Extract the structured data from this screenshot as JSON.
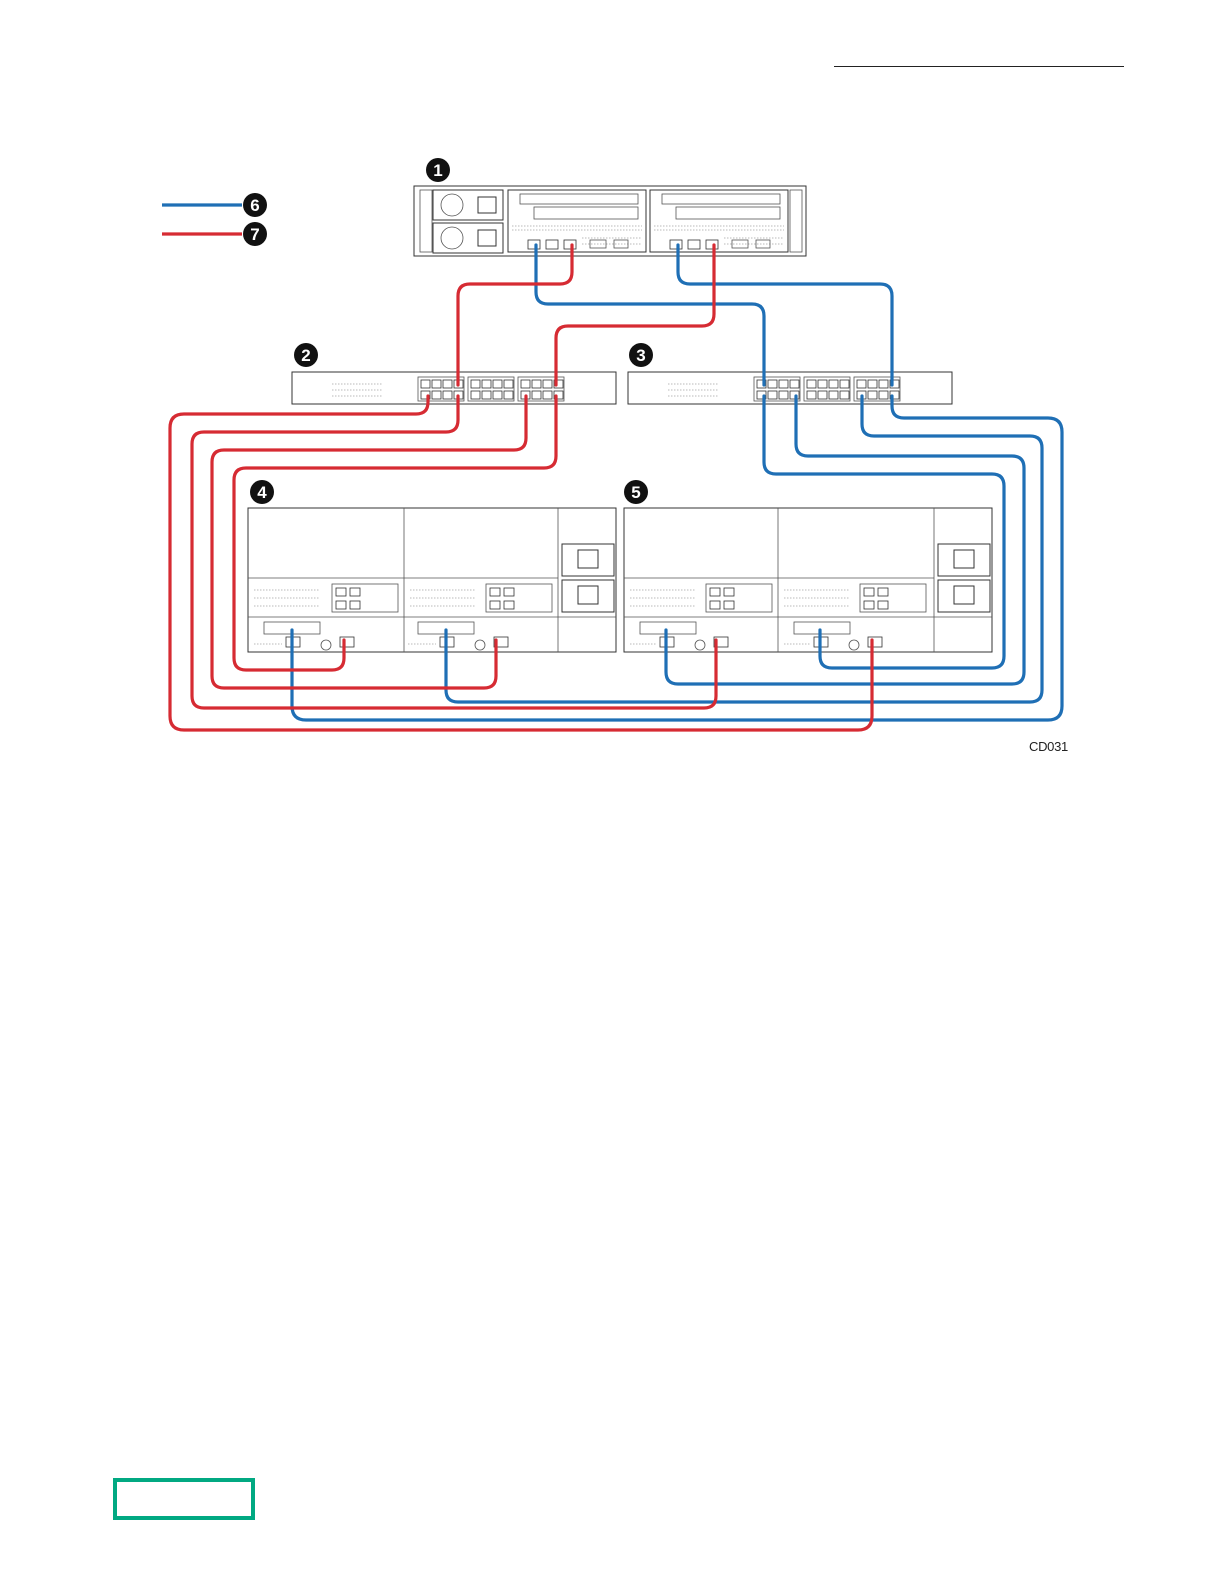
{
  "figure": {
    "id": "CD031",
    "callouts": [
      "1",
      "2",
      "3",
      "4",
      "5",
      "6",
      "7"
    ]
  },
  "legend": [
    {
      "callout": "6",
      "color": "#1f6fb5"
    },
    {
      "callout": "7",
      "color": "#d62b33"
    }
  ],
  "colors": {
    "blue_cable": "#1f6fb5",
    "red_cable": "#d62b33",
    "logo_green": "#01a982"
  }
}
